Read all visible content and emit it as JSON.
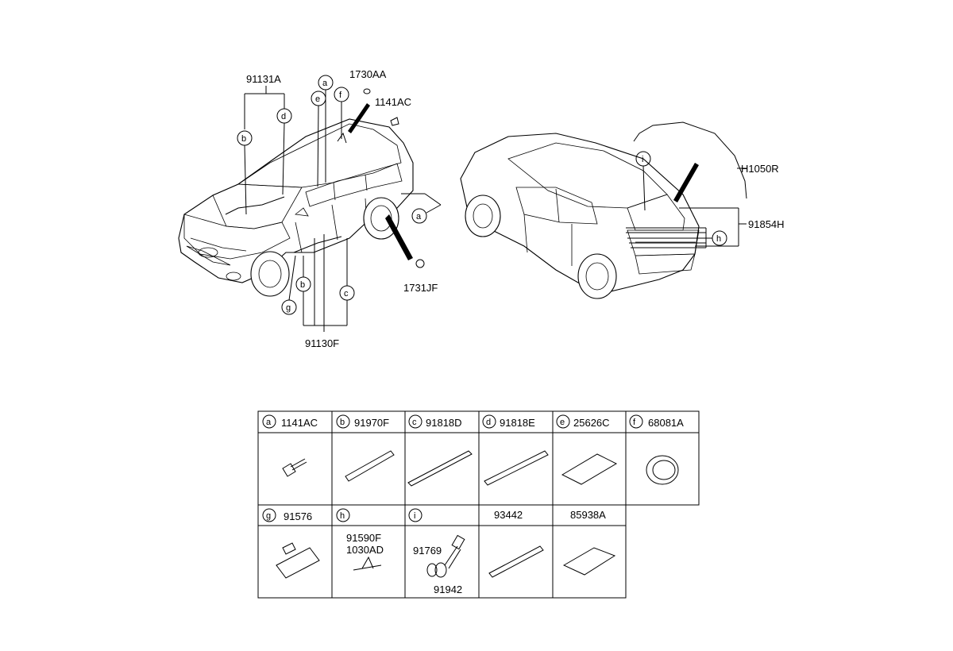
{
  "callouts_front": {
    "wiring_top": "91131A",
    "clip_top": "1730AA",
    "bolt_top": "1141AC",
    "plug_bottom": "1731JF",
    "wiring_bottom": "91130F"
  },
  "callouts_rear": {
    "hose": "H1050R",
    "tailgate_wiring": "91854H"
  },
  "letters": [
    "a",
    "b",
    "c",
    "d",
    "e",
    "f",
    "g",
    "h",
    "i"
  ],
  "parts_table": {
    "row1": [
      {
        "letter": "a",
        "code": "1141AC",
        "icon": "bolt-icon"
      },
      {
        "letter": "b",
        "code": "91970F",
        "icon": "wiring-protector-icon"
      },
      {
        "letter": "c",
        "code": "91818D",
        "icon": "wiring-protector-icon"
      },
      {
        "letter": "d",
        "code": "91818E",
        "icon": "wiring-protector-icon"
      },
      {
        "letter": "e",
        "code": "25626C",
        "icon": "pad-icon"
      },
      {
        "letter": "f",
        "code": "68081A",
        "icon": "grommet-icon"
      }
    ],
    "row2": [
      {
        "letter": "g",
        "code": "91576",
        "icon": "bracket-icon"
      },
      {
        "letter": "h",
        "code": "",
        "icon": "clip-icon",
        "sub": [
          "91590F",
          "1030AD"
        ]
      },
      {
        "letter": "i",
        "code": "",
        "icon": "grommet-bolt-icon",
        "sub": [
          "91769",
          "91942"
        ]
      },
      {
        "letter": "",
        "code": "93442",
        "icon": "wiring-protector-icon"
      },
      {
        "letter": "",
        "code": "85938A",
        "icon": "pad-icon"
      }
    ]
  }
}
